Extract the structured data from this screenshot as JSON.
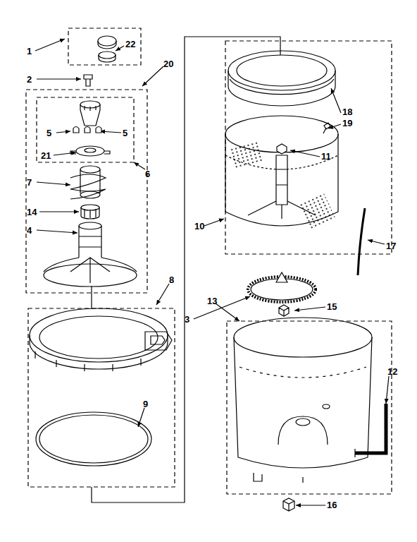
{
  "diagram": {
    "labels": [
      "1",
      "22",
      "2",
      "20",
      "5",
      "5",
      "21",
      "6",
      "7",
      "14",
      "4",
      "8",
      "9",
      "18",
      "19",
      "11",
      "10",
      "17",
      "3",
      "15",
      "13",
      "12",
      "16"
    ]
  }
}
